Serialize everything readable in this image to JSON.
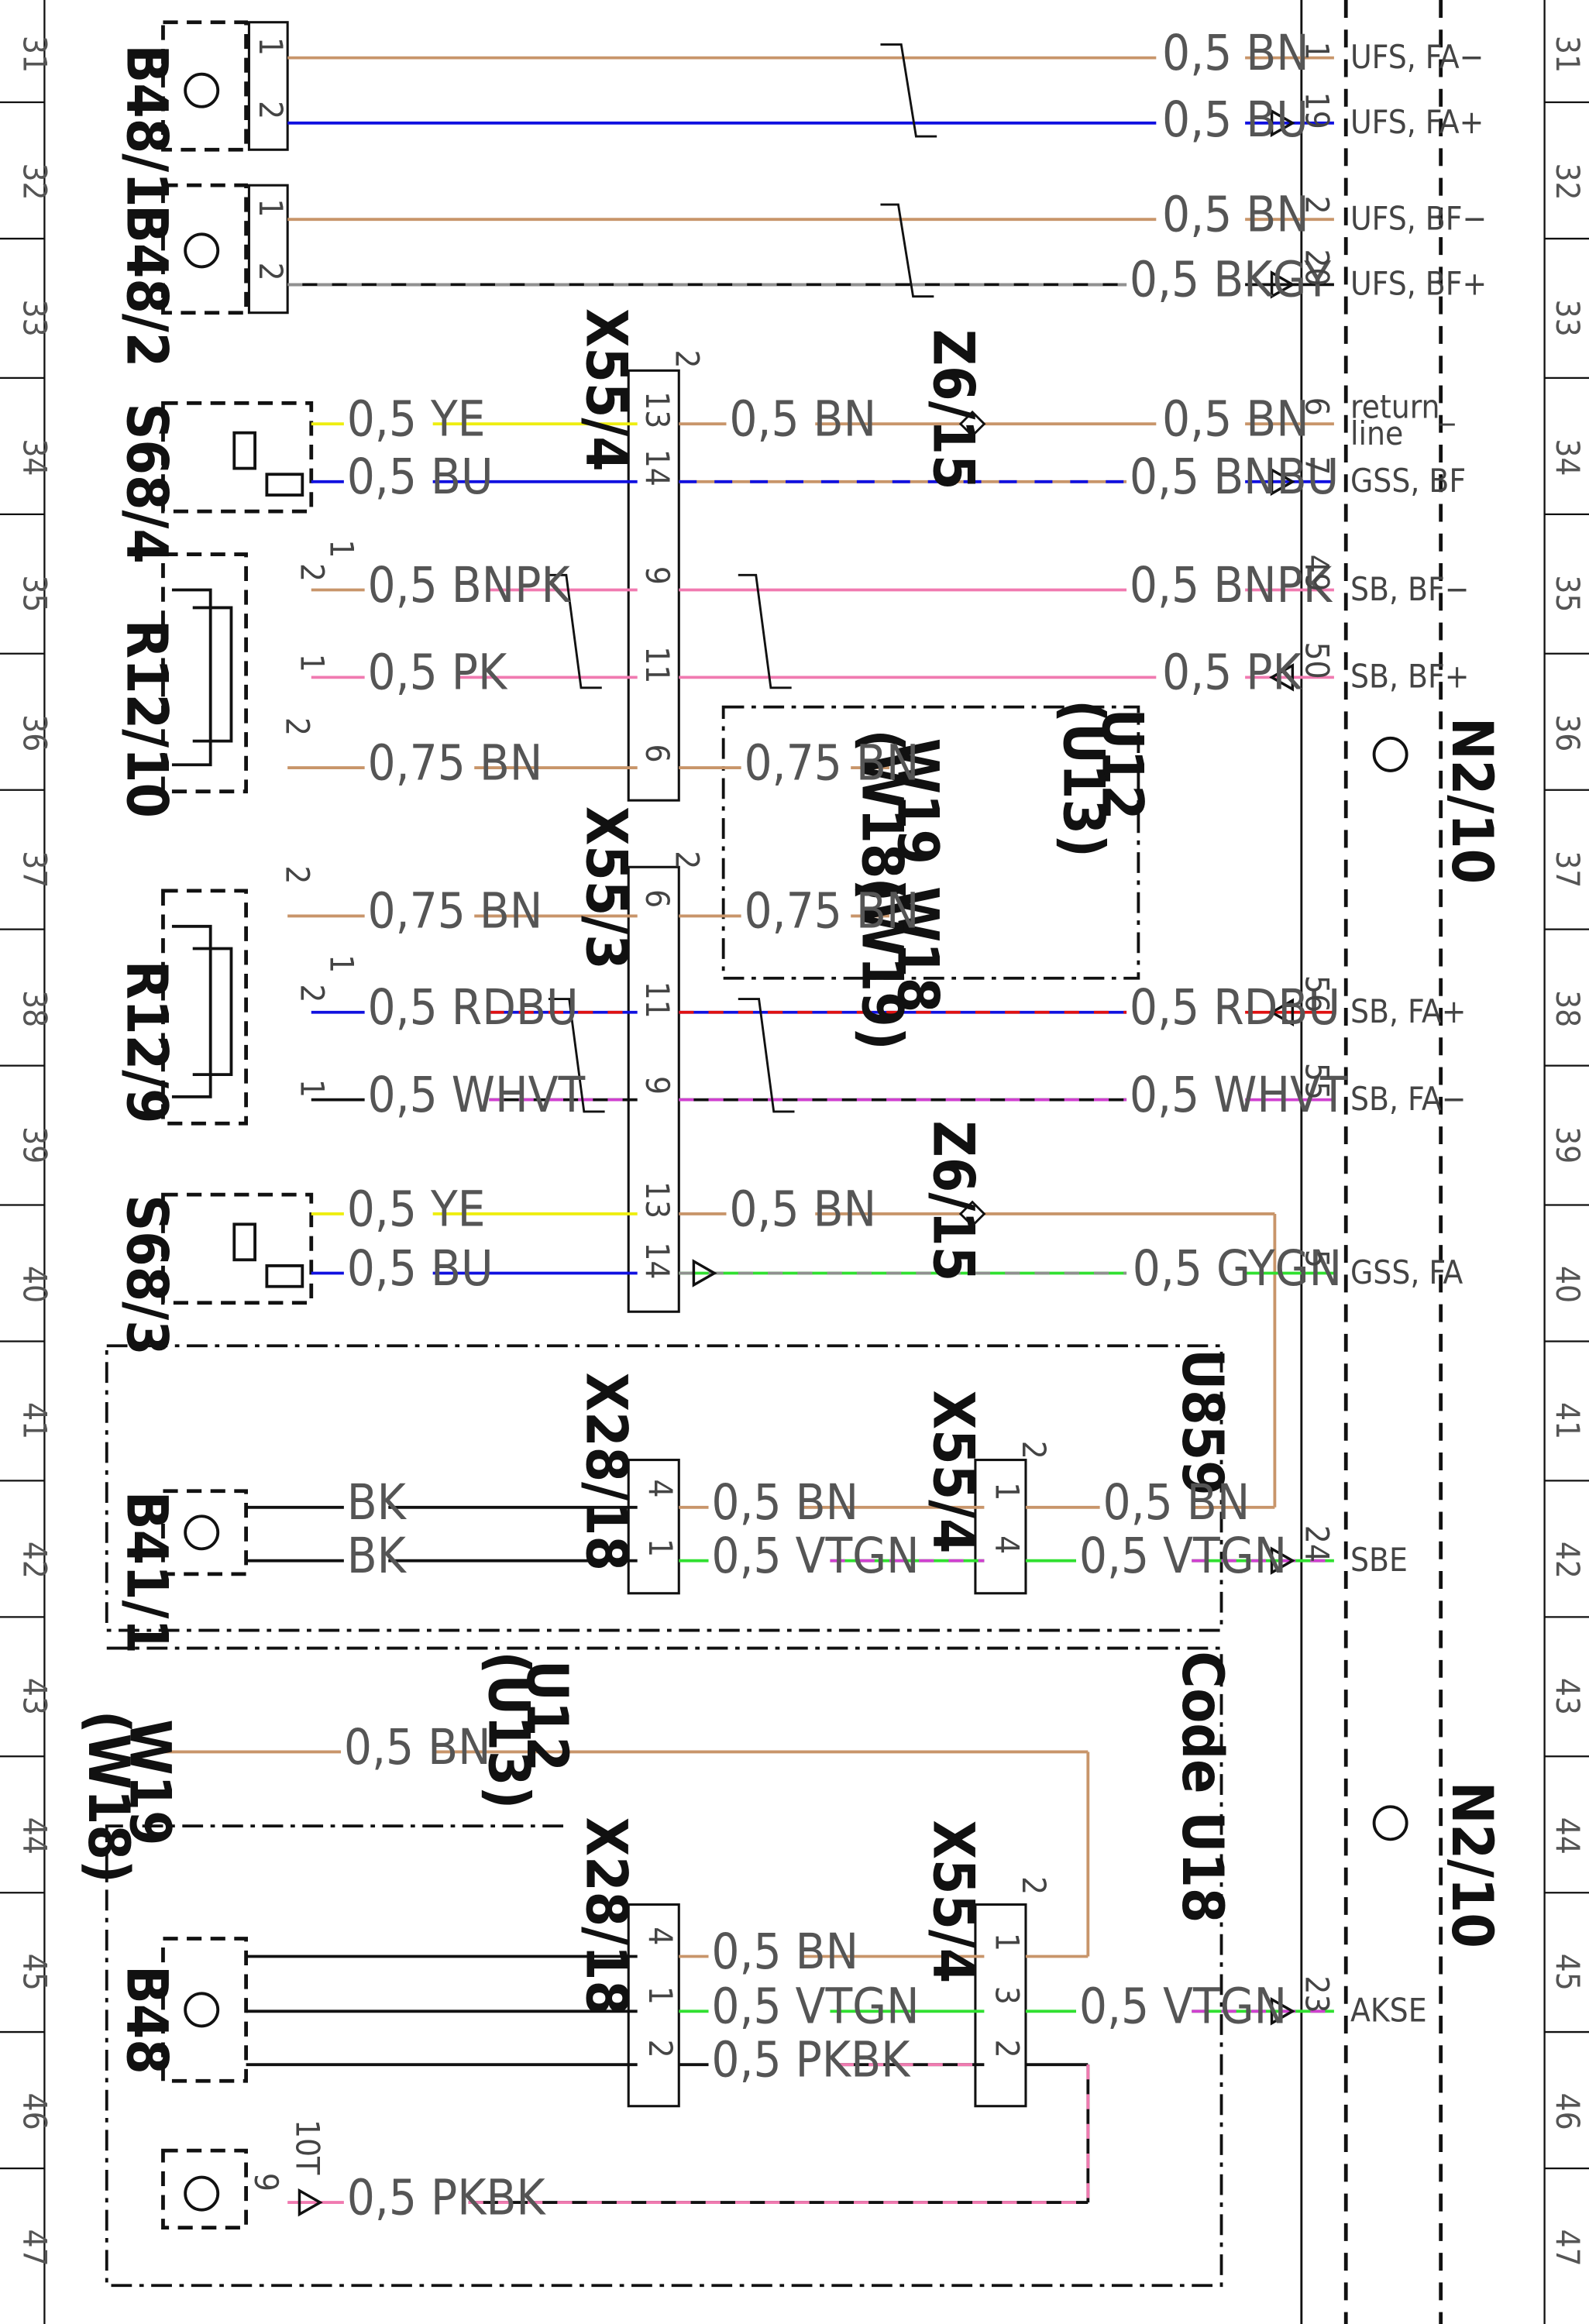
{
  "colors": {
    "BN": "#c8956a",
    "BU": "#1010e0",
    "YE": "#eeee10",
    "PK": "#f07ab0",
    "RD": "#e01010",
    "WH": "#ffffff",
    "VT": "#d040d0",
    "GN": "#30e030",
    "GY": "#909090",
    "BK": "#111111"
  },
  "row_numbers": [
    "31",
    "32",
    "33",
    "34",
    "35",
    "36",
    "37",
    "38",
    "39",
    "40",
    "41",
    "42",
    "43",
    "44",
    "45",
    "46",
    "47"
  ],
  "components": {
    "B48_1": "B48/1",
    "B48_2": "B48/2",
    "S68_4": "S68/4",
    "R12_10": "R12/10",
    "R12_9": "R12/9",
    "S68_3": "S68/3",
    "B41_1": "B41/1",
    "B48": "B48",
    "W19_left": "W19",
    "W18_left": "(W18)",
    "X55_4_top": "X55/4",
    "X55_3": "X55/3",
    "Z6_15_top": "Z6/15",
    "Z6_15_bottom": "Z6/15",
    "U12_top": "U12",
    "U13_top": "(U13)",
    "W19_mid": "W19",
    "W18_mid_a": "(W18)",
    "W18_mid": "W18",
    "W19_mid_b": "(W19)",
    "X28_18_a": "X28/18",
    "X55_4_a": "X55/4",
    "U859": "U859",
    "U12_bot": "U12",
    "U13_bot": "(U13)",
    "Code_U18": "Code U18",
    "X28_18_b": "X28/18",
    "X55_4_b": "X55/4",
    "N2_10_a": "N2/10",
    "N2_10_b": "N2/10"
  },
  "wire_labels": {
    "r1_right": "0,5 BN",
    "r2_right": "0,5 BU",
    "r3_right": "0,5 BN",
    "r4_right": "0,5 BKGY",
    "r5_left": "0,5 YE",
    "r5_mid": "0,5 BN",
    "r5_right": "0,5 BN",
    "r6_left": "0,5 BU",
    "r6_right": "0,5 BNBU",
    "r7_left": "0,5 BNPK",
    "r7_right": "0,5 BNPK",
    "r8_left": "0,5 PK",
    "r8_right": "0,5 PK",
    "r9_left": "0,75 BN",
    "r9_mid": "0,75 BN",
    "r10_left": "0,75 BN",
    "r10_mid": "0,75 BN",
    "r11_left": "0,5 RDBU",
    "r11_right": "0,5 RDBU",
    "r12_left": "0,5 WHVT",
    "r12_right": "0,5 WHVT",
    "r13_left": "0,5 YE",
    "r13_mid": "0,5 BN",
    "r14_left": "0,5 BU",
    "r14_right": "0,5 GYGN",
    "r15_left": "BK",
    "r15_mid": "0,5 BN",
    "r15_right": "0,5 BN",
    "r16_left": "BK",
    "r16_mid": "0,5 VTGN",
    "r16_right": "0,5 VTGN",
    "r17_left": "0,5 BN",
    "r18_mid": "0,5 BN",
    "r19_mid": "0,5 VTGN",
    "r19_right": "0,5 VTGN",
    "r20_mid": "0,5 PKBK",
    "r21_left": "0,5 PKBK"
  },
  "signals": {
    "s1": "UFS, FA−",
    "s2": "UFS, FA+",
    "s3": "UFS, BF−",
    "s4": "UFS, BF+",
    "s5a": "return_",
    "s5b": "line",
    "s6": "GSS, BF",
    "s7": "SB, BF−",
    "s8": "SB, BF+",
    "s11": "SB, FA+",
    "s12": "SB, FA−",
    "s14": "GSS, FA",
    "s16": "SBE",
    "s19": "AKSE"
  },
  "pins": {
    "n_r1": "1",
    "n_r2": "19",
    "n_r3": "2",
    "n_r4": "20",
    "n_r5": "6",
    "n_r6": "7",
    "n_r7": "49",
    "n_r8": "50",
    "n_r11": "56",
    "n_r12": "55",
    "n_r14": "5",
    "n_r16": "24",
    "n_r19": "23",
    "b481_1": "1",
    "b481_2": "2",
    "b482_1": "1",
    "b482_2": "2",
    "x554_13": "13",
    "x554_14": "14",
    "x554_9": "9",
    "x554_11": "11",
    "x554_6": "6",
    "x554_2": "2",
    "x553_6": "6",
    "x553_11": "11",
    "x553_9": "9",
    "x553_13": "13",
    "x553_14": "14",
    "x553_2": "2",
    "r1210_2": "2",
    "r1210_1": "1",
    "r1210_2b": "2",
    "r1210_1b": "1",
    "r129_2": "2",
    "r129_2b": "2",
    "r129_1": "1",
    "r129_1b": "1",
    "x2818a_4": "4",
    "x2818a_1": "1",
    "x554a_1": "1",
    "x554a_4": "4",
    "x554a_2": "2",
    "x2818b_4": "4",
    "x2818b_1": "1",
    "x2818b_2": "2",
    "x554b_1": "1",
    "x554b_3": "3",
    "x554b_2": "2",
    "x554b_2top": "2",
    "b48_10t": "10T",
    "b48_9": "9"
  }
}
